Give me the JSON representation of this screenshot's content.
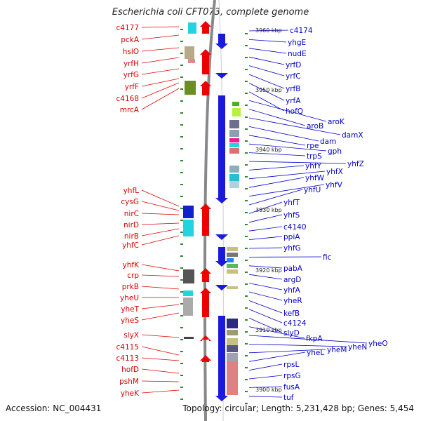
{
  "header": {
    "title": "Escherichia coli CFT073, complete genome"
  },
  "footer": {
    "accession": "Accession: NC_004431",
    "topology": "Topology: circular; Length: 5,231,428 bp; Genes: 5,454"
  },
  "colors": {
    "left_labels": "#dd0000",
    "right_labels": "#0000cc",
    "axis": "#888888"
  },
  "left_genes": [
    "c4177",
    "pckA",
    "hslO",
    "yrfH",
    "yrfG",
    "yrfF",
    "c4168",
    "mrcA",
    "yhfL",
    "cysG",
    "nirC",
    "nirD",
    "nirB",
    "yhfC",
    "yhfK",
    "crp",
    "prkB",
    "yheU",
    "yheT",
    "yheS",
    "slyX",
    "c4115",
    "c4113",
    "hofD",
    "pshM",
    "yheK"
  ],
  "right_genes": [
    "c4174",
    "yhgE",
    "nudE",
    "yrfD",
    "yrfC",
    "yrfB",
    "yrfA",
    "hofQ",
    "aroK",
    "aroB",
    "damX",
    "dam",
    "rpe",
    "gph",
    "trpS",
    "yhfZ",
    "yhfY",
    "yhfX",
    "yhfW",
    "yhfV",
    "yhfU",
    "yhfT",
    "yhfS",
    "c4140",
    "ppiA",
    "yhfG",
    "fic",
    "pabA",
    "argD",
    "yhfA",
    "yheR",
    "kefB",
    "c4124",
    "slyD",
    "fkpA",
    "yheO",
    "yheN",
    "yheM",
    "yheL",
    "rpsL",
    "rpsG",
    "fusA",
    "tuf"
  ],
  "kbp_ticks": [
    "3960 kbp",
    "3950 kbp",
    "3940 kbp",
    "3930 kbp",
    "3920 kbp",
    "3910 kbp",
    "3900 kbp"
  ]
}
